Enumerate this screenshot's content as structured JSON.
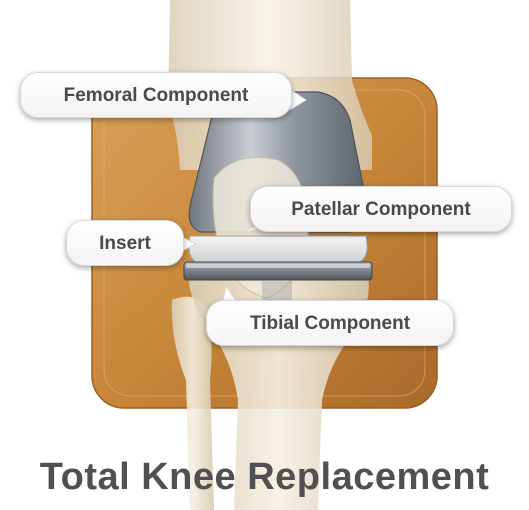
{
  "diagram": {
    "title": "Total Knee Replacement",
    "labels": {
      "femoral": "Femoral Component",
      "patellar": "Patellar Component",
      "insert": "Insert",
      "tibial": "Tibial Component"
    }
  },
  "colors": {
    "background_panel": "#c8873a",
    "bone": "#ece4d3",
    "metal": "#9aa0a6",
    "title_text": "#505050"
  }
}
